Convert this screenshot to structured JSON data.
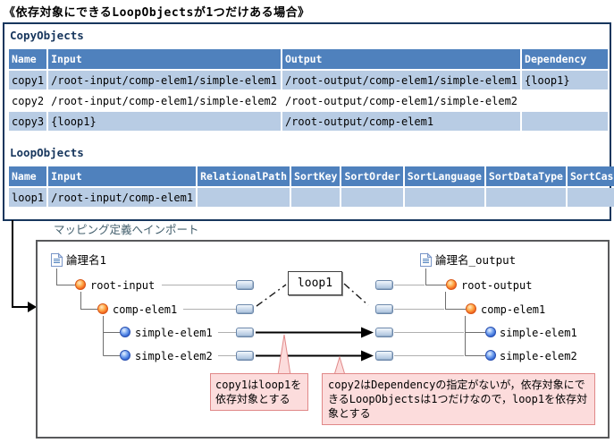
{
  "title": "《依存対象にできるLoopObjectsが1つだけある場合》",
  "copy_objects": {
    "label": "CopyObjects",
    "columns": [
      "Name",
      "Input",
      "Output",
      "Dependency"
    ],
    "rows": [
      [
        "copy1",
        "/root-input/comp-elem1/simple-elem1",
        "/root-output/comp-elem1/simple-elem1",
        "{loop1}"
      ],
      [
        "copy2",
        "/root-input/comp-elem1/simple-elem2",
        "/root-output/comp-elem1/simple-elem2",
        ""
      ],
      [
        "copy3",
        "{loop1}",
        "/root-output/comp-elem1",
        ""
      ]
    ]
  },
  "loop_objects": {
    "label": "LoopObjects",
    "columns": [
      "Name",
      "Input",
      "RelationalPath",
      "SortKey",
      "SortOrder",
      "SortLanguage",
      "SortDataType",
      "SortCase"
    ],
    "rows": [
      [
        "loop1",
        "/root-input/comp-elem1",
        "",
        "",
        "",
        "",
        "",
        ""
      ]
    ]
  },
  "import_label": "マッピング定義へインポート",
  "diagram": {
    "left_tree": {
      "root_label": "論理名1",
      "nodes": [
        {
          "label": "root-input",
          "type": "complex"
        },
        {
          "label": "comp-elem1",
          "type": "complex"
        },
        {
          "label": "simple-elem1",
          "type": "simple"
        },
        {
          "label": "simple-elem2",
          "type": "simple"
        }
      ]
    },
    "right_tree": {
      "root_label": "論理名_output",
      "nodes": [
        {
          "label": "root-output",
          "type": "complex"
        },
        {
          "label": "comp-elem1",
          "type": "complex"
        },
        {
          "label": "simple-elem1",
          "type": "simple"
        },
        {
          "label": "simple-elem2",
          "type": "simple"
        }
      ]
    },
    "loop_label": "loop1",
    "callout1_lines": [
      "copy1はloop1を",
      "依存対象とする"
    ],
    "callout2_text": "copy2はDependencyの指定がないが，依存対象にできるLoopObjectsは1つだけなので，loop1を依存対象とする"
  },
  "colors": {
    "table_header_bg": "#4f81bd",
    "table_row_alt_bg": "#b8cce4",
    "panel_border": "#17365d",
    "diagram_border": "#58595b",
    "callout_bg": "#fcdcdc",
    "callout_border": "#e08888"
  }
}
